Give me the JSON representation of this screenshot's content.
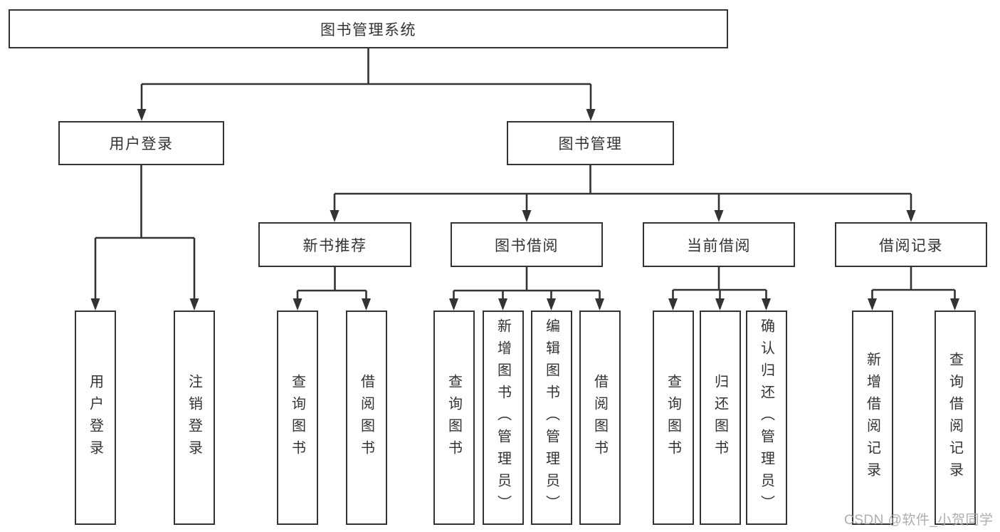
{
  "diagram": {
    "type": "hierarchy-tree",
    "colors": {
      "line": "#333333",
      "text": "#333333",
      "box_fill": "#ffffff",
      "watermark": "#a8a6a6"
    },
    "tree": {
      "label": "图书管理系统",
      "children": [
        {
          "label": "用户登录",
          "children": [
            {
              "label": "用户登录"
            },
            {
              "label": "注销登录"
            }
          ]
        },
        {
          "label": "图书管理",
          "children": [
            {
              "label": "新书推荐",
              "children": [
                {
                  "label": "查询图书"
                },
                {
                  "label": "借阅图书"
                }
              ]
            },
            {
              "label": "图书借阅",
              "children": [
                {
                  "label": "查询图书"
                },
                {
                  "label": "新增图书（管理员）"
                },
                {
                  "label": "编辑图书（管理员）"
                },
                {
                  "label": "借阅图书"
                }
              ]
            },
            {
              "label": "当前借阅",
              "children": [
                {
                  "label": "查询图书"
                },
                {
                  "label": "归还图书"
                },
                {
                  "label": "确认归还（管理员）"
                }
              ]
            },
            {
              "label": "借阅记录",
              "children": [
                {
                  "label": "新增借阅记录"
                },
                {
                  "label": "查询借阅记录"
                }
              ]
            }
          ]
        }
      ]
    },
    "watermark": {
      "text": "CSDN @软件_小贺同学"
    }
  }
}
